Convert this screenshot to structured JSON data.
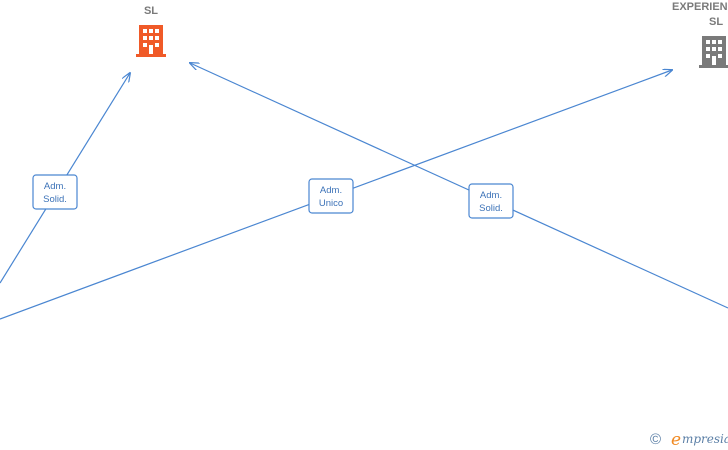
{
  "colors": {
    "edge": "#4a86d1",
    "role_box_border": "#4a86d1",
    "role_text": "#3d73b8",
    "company_main": "#f05a28",
    "company_other": "#7a7a7a",
    "label_text": "#7a7a7a",
    "watermark_brand": "#f08a24",
    "watermark_text": "#5b7fa6"
  },
  "nodes": [
    {
      "id": "company-main",
      "label_lines": [
        "SL"
      ],
      "icon": "building-icon",
      "color": "company_main"
    },
    {
      "id": "company-other",
      "label_lines": [
        "EXPERIEN",
        "SL"
      ],
      "icon": "building-icon",
      "color": "company_other"
    }
  ],
  "edges": [
    {
      "id": "edge-1",
      "role_lines": [
        "Adm.",
        "Solid."
      ]
    },
    {
      "id": "edge-2",
      "role_lines": [
        "Adm.",
        "Unico"
      ]
    },
    {
      "id": "edge-3",
      "role_lines": [
        "Adm.",
        "Solid."
      ]
    }
  ],
  "watermark": {
    "copyright": "©",
    "brand_initial": "e",
    "brand_rest": "mpresia"
  }
}
